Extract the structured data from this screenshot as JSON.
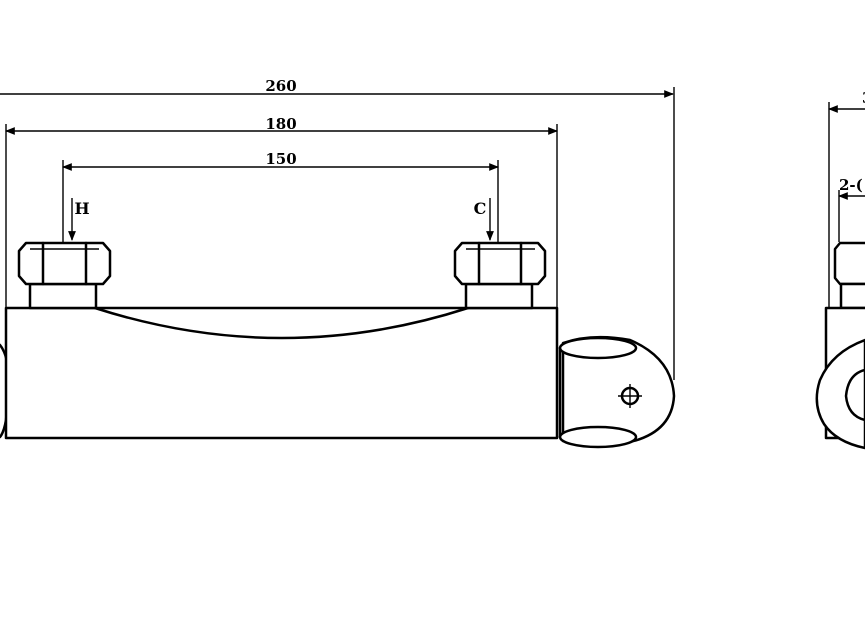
{
  "dimensions": {
    "overall": "260",
    "body": "180",
    "inlet_centers": "150",
    "side_top_partial": "3",
    "side_second_partial": "2-("
  },
  "labels": {
    "hot_inlet": "H",
    "cold_inlet": "C"
  }
}
